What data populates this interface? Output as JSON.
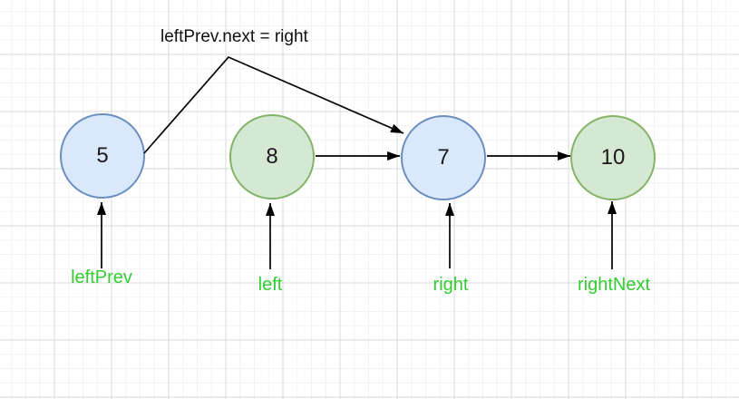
{
  "annotation": {
    "text": "leftPrev.next = right"
  },
  "nodes": [
    {
      "value": "5",
      "variant": "blue"
    },
    {
      "value": "8",
      "variant": "green"
    },
    {
      "value": "7",
      "variant": "blue"
    },
    {
      "value": "10",
      "variant": "green"
    }
  ],
  "pointers": [
    {
      "label": "leftPrev"
    },
    {
      "label": "left"
    },
    {
      "label": "right"
    },
    {
      "label": "rightNext"
    }
  ],
  "colors": {
    "node_blue_fill": "#dae8fc",
    "node_blue_stroke": "#6c8ebf",
    "node_green_fill": "#d5e8d4",
    "node_green_stroke": "#82b366",
    "pointer_label": "#33cc33",
    "arrow": "#000000",
    "grid_minor": "#f2f2f2",
    "grid_major": "#d9d9d9"
  }
}
